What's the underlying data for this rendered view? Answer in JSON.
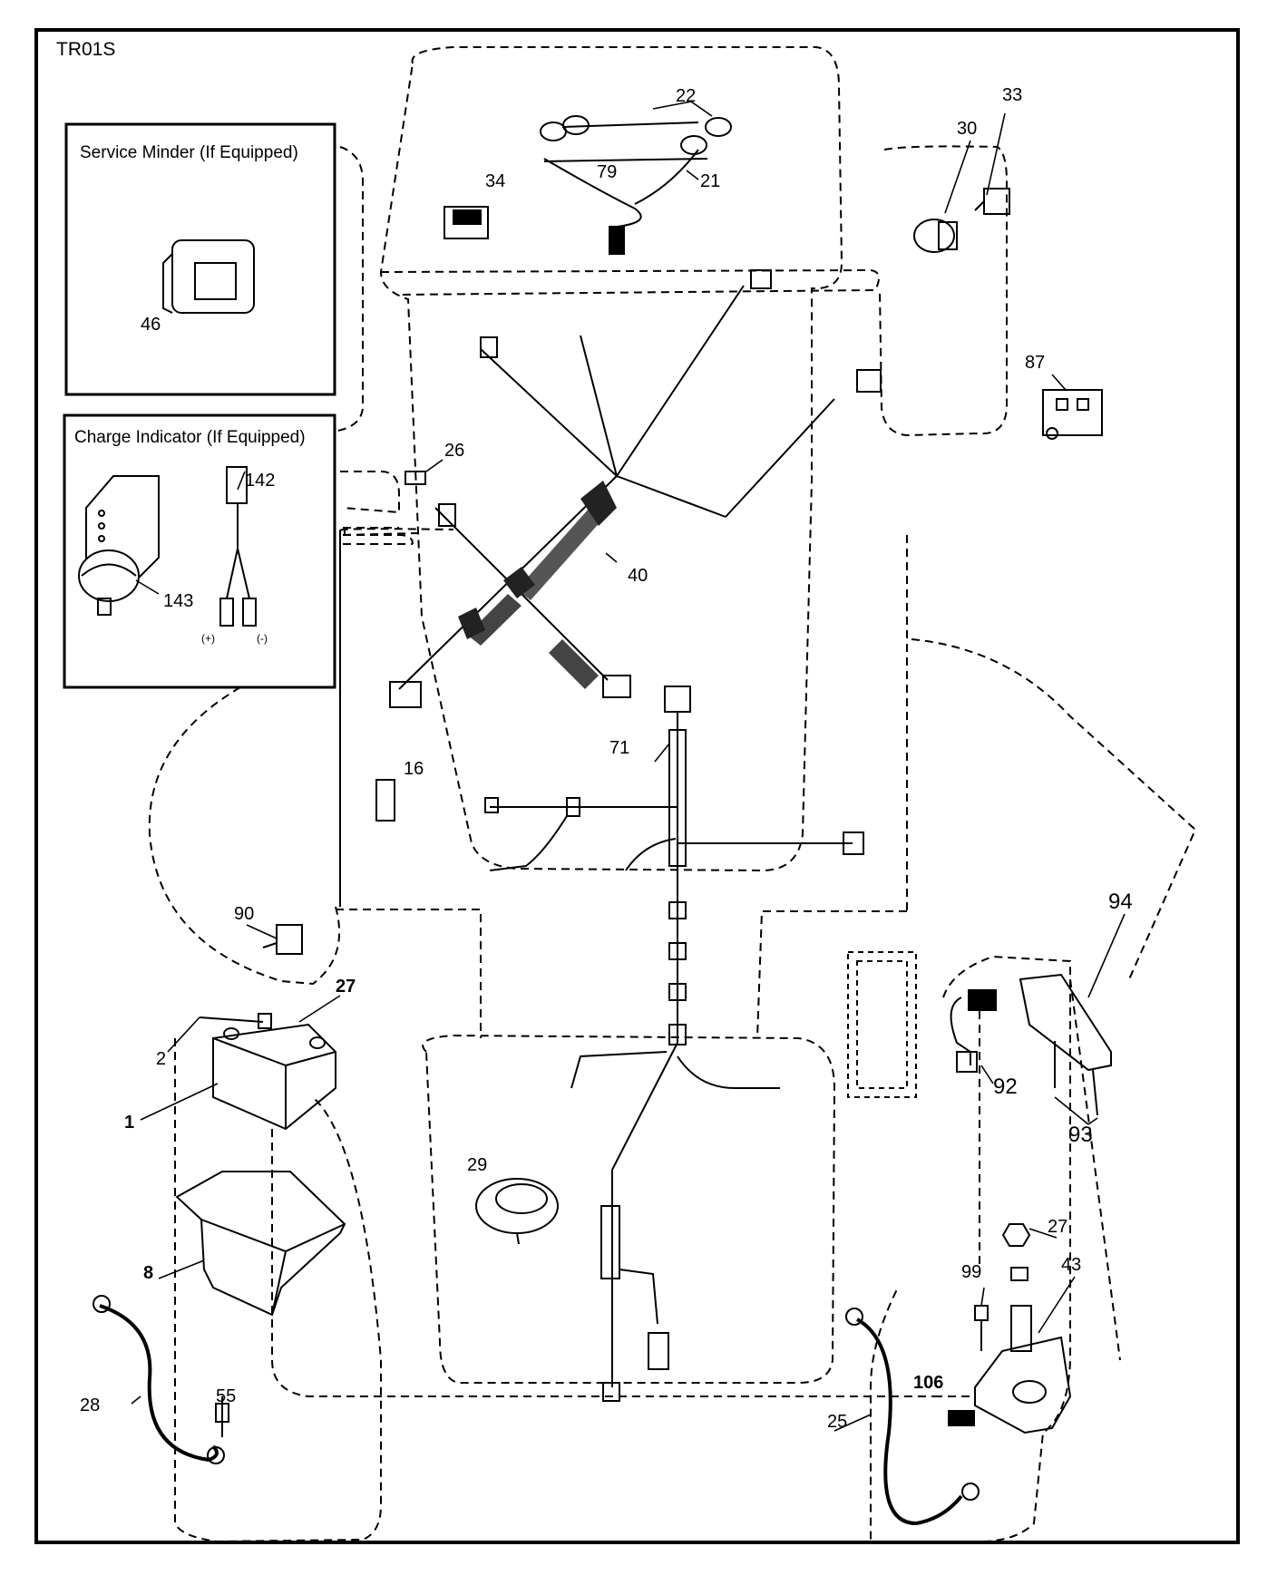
{
  "diagram_code": "TR01S",
  "boxes": {
    "service_minder": "Service Minder (If Equipped)",
    "charge_indicator": "Charge Indicator (If Equipped)"
  },
  "terminals": {
    "positive": "(+)",
    "negative": "(-)"
  },
  "parts": {
    "p1": "1",
    "p2": "2",
    "p8": "8",
    "p16": "16",
    "p21": "21",
    "p22": "22",
    "p25": "25",
    "p26": "26",
    "p27a": "27",
    "p27b": "27",
    "p28": "28",
    "p29": "29",
    "p30": "30",
    "p33": "33",
    "p34": "34",
    "p40": "40",
    "p43": "43",
    "p46": "46",
    "p55": "55",
    "p71": "71",
    "p79": "79",
    "p87": "87",
    "p90": "90",
    "p92": "92",
    "p93": "93",
    "p94": "94",
    "p99": "99",
    "p106": "106",
    "p142": "142",
    "p143": "143"
  }
}
